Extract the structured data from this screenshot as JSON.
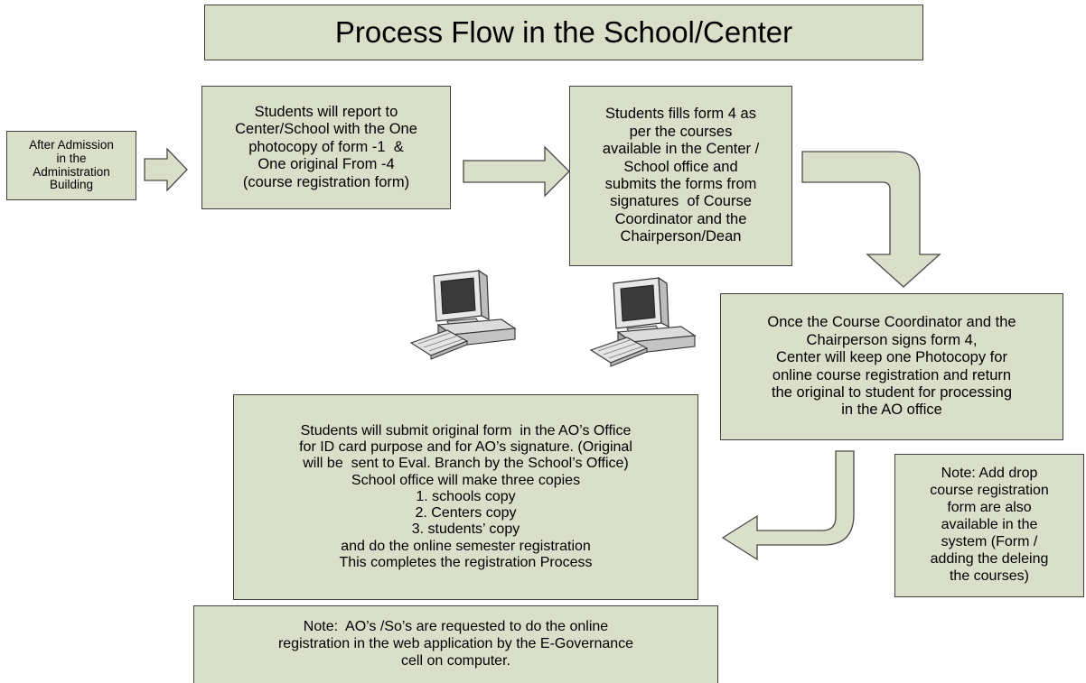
{
  "title": "Process Flow in the School/Center",
  "steps": {
    "step1": {
      "lines": [
        "After Admission",
        "in the",
        "Administration",
        "Building"
      ]
    },
    "step2": {
      "lines": [
        "Students will report to",
        "Center/School with the One",
        "photocopy of form -1  &",
        "One original From -4",
        "(course registration form)"
      ]
    },
    "step3": {
      "lines": [
        "Students fills form 4 as",
        "per the courses",
        "available in the Center /",
        "School office and",
        "submits the forms from",
        "signatures  of Course",
        "Coordinator and the",
        "Chairperson/Dean"
      ]
    },
    "step4": {
      "lines": [
        "Once the Course Coordinator and the",
        "Chairperson signs form 4,",
        "Center will keep one Photocopy for",
        "online course registration and return",
        "the original to student for processing",
        "in the AO office"
      ]
    },
    "step5": {
      "lines": [
        "Students will submit original form  in the AO’s Office",
        "for ID card purpose and for AO’s signature. (Original",
        "will be  sent to Eval. Branch by the School’s Office)",
        "School office will make three copies",
        "1. schools copy",
        "2. Centers copy",
        "3. students’ copy",
        "and do the online semester registration",
        "This completes the registration Process"
      ]
    }
  },
  "notes": {
    "drop_registration": {
      "lines": [
        "Note: Add drop",
        "course registration",
        "form are also",
        "available in the",
        "system (Form /",
        "adding the deleing",
        "the courses)"
      ]
    },
    "ao_online": {
      "lines": [
        "Note:  AO’s /So’s are requested to do the online",
        "registration in the web application by the E-Governance",
        "cell on computer."
      ]
    }
  },
  "icons": [
    "computer-icon",
    "computer-icon"
  ],
  "colors": {
    "box_fill": "#dadfc9",
    "box_border": "#404040",
    "arrow_fill": "#dadfc9",
    "arrow_stroke": "#4a4a4a"
  }
}
